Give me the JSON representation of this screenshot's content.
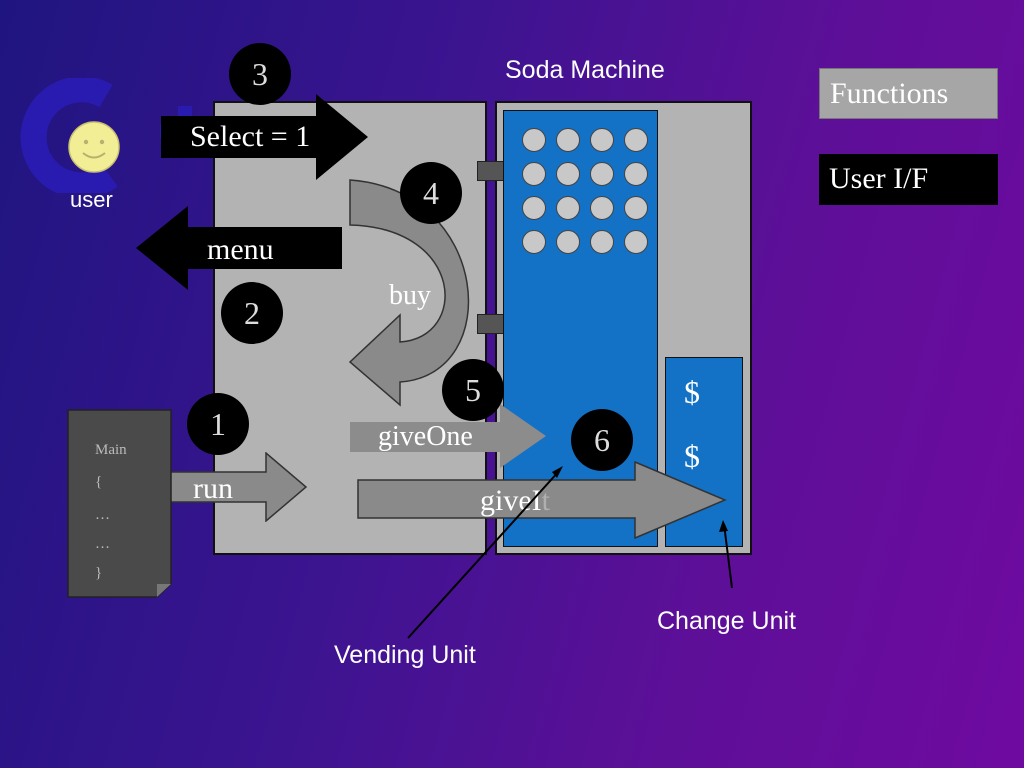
{
  "title": "Soda Machine",
  "user": {
    "label": "user"
  },
  "buttons": {
    "functions": "Functions",
    "user_if": "User I/F"
  },
  "steps": [
    "1",
    "2",
    "3",
    "4",
    "5",
    "6"
  ],
  "arrows": {
    "select": "Select = 1",
    "menu": "menu",
    "buy": "buy",
    "give_one": "giveOne",
    "run": "run",
    "give_it_main": "giveI",
    "give_it_tail": "t"
  },
  "code_card": {
    "lines": [
      "Main",
      "{",
      "…",
      "…",
      "}"
    ]
  },
  "change_unit": {
    "symbols": [
      "$",
      "$"
    ]
  },
  "labels": {
    "vending_unit": "Vending Unit",
    "change_unit": "Change Unit"
  },
  "colors": {
    "vending_blue": "#1371c6",
    "panel_gray": "#b3b3b3",
    "arrow_gray": "#8c8c8c"
  }
}
